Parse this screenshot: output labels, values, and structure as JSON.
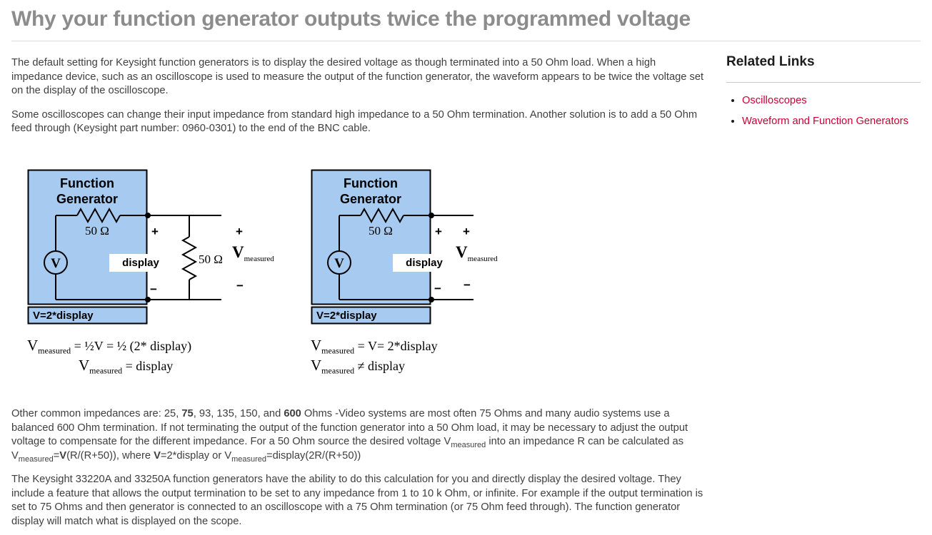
{
  "page": {
    "title": "Why your function generator outputs twice the programmed voltage"
  },
  "colors": {
    "title_gray": "#8c8c8c",
    "link_red": "#cc0033",
    "diagram_fill": "#a6caf0"
  },
  "article": {
    "para1": "The default setting for Keysight function generators is to display the desired voltage as though terminated into a 50 Ohm load. When a high impedance device, such as an oscilloscope is used to measure the output of the function generator, the waveform appears to be twice the voltage set on the display of the oscilloscope.",
    "para2": "Some oscilloscopes can change their input impedance from standard high impedance to a 50 Ohm termination. Another solution is to add a 50 Ohm feed through (Keysight part number: 0960-0301) to the end of the BNC cable.",
    "para3": [
      {
        "t": "Other common impedances are: 25, "
      },
      {
        "t": "75",
        "b": true
      },
      {
        "t": ", 93, 135, 150, and "
      },
      {
        "t": "600",
        "b": true
      },
      {
        "t": " Ohms -Video systems are most often 75 Ohms and many audio systems use a balanced 600 Ohm termination. If not terminating the output of the function generator into a 50 Ohm load, it may be necessary to adjust the output voltage to compensate for the different impedance. For a 50 Ohm source the desired voltage V"
      },
      {
        "t": "measured",
        "sub": true
      },
      {
        "t": " into an impedance R can be calculated as V"
      },
      {
        "t": "measured",
        "sub": true
      },
      {
        "t": "="
      },
      {
        "t": "V",
        "b": true
      },
      {
        "t": "(R/(R+50)), where "
      },
      {
        "t": "V",
        "b": true
      },
      {
        "t": "=2*display or V"
      },
      {
        "t": "measured",
        "sub": true
      },
      {
        "t": "=display(2R/(R+50))"
      }
    ],
    "para4": "The Keysight 33220A and 33250A function generators have the ability to do this calculation for you and directly display the desired voltage. They include a feature that allows the output termination to be set to any impedance from 1 to 10 k Ohm, or infinite. For example if the output termination is set to 75 Ohms and then generator is connected to an oscilloscope with a 75 Ohm termination (or 75 Ohm feed through). The function generator display will match what is displayed on the scope."
  },
  "sidebar": {
    "title": "Related Links",
    "links": [
      "Oscilloscopes",
      "Waveform and Function Generators"
    ]
  },
  "diagram": {
    "shared": {
      "plus": "+",
      "minus": "−",
      "vm": "V",
      "vm_sub": "measured"
    },
    "left": {
      "title1": "Function",
      "title2": "Generator",
      "src_res": "50 Ω",
      "v": "V",
      "display": "display",
      "bottom": "V=2*display",
      "load_res": "50 Ω",
      "eq1": [
        {
          "t": "V",
          "c": "vcap"
        },
        {
          "t": "measured",
          "sub": true
        },
        {
          "t": " = ½V = ½ (2* display)"
        }
      ],
      "eq2": [
        {
          "t": "V",
          "c": "vcap"
        },
        {
          "t": "measured",
          "sub": true
        },
        {
          "t": " = display"
        }
      ]
    },
    "right": {
      "title1": "Function",
      "title2": "Generator",
      "src_res": "50 Ω",
      "v": "V",
      "display": "display",
      "bottom": "V=2*display",
      "eq1": [
        {
          "t": "V",
          "c": "vcap"
        },
        {
          "t": "measured",
          "sub": true
        },
        {
          "t": " = V= 2*display"
        }
      ],
      "eq2": [
        {
          "t": "V",
          "c": "vcap"
        },
        {
          "t": "measured",
          "sub": true
        },
        {
          "t": " ≠ display"
        }
      ]
    }
  }
}
